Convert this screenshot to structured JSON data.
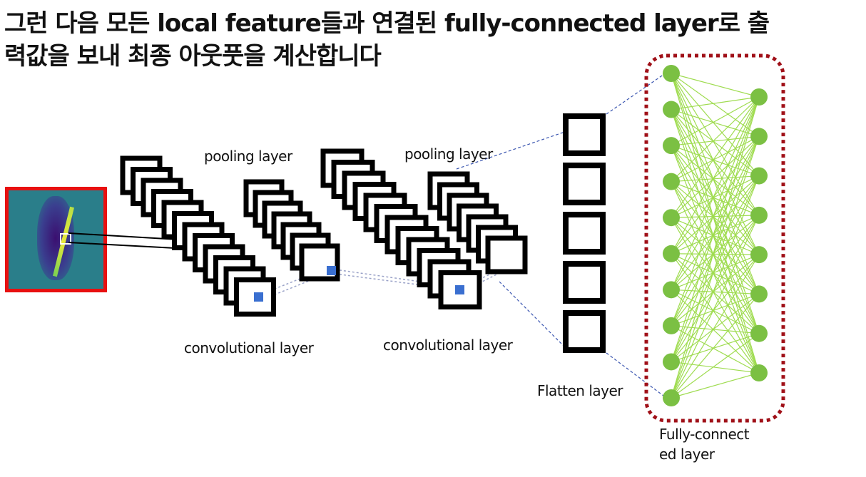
{
  "title": {
    "line1": "그런 다음 모든 local feature들과 연결된 fully-connected layer로 출",
    "line2": "력값을 보내 최종 아웃풋을 계산합니다"
  },
  "labels": {
    "pooling1": "pooling layer",
    "pooling2": "pooling layer",
    "conv1": "convolutional layer",
    "conv2": "convolutional layer",
    "flatten": "Flatten layer",
    "fc_line1": "Fully-connect",
    "fc_line2": "ed layer"
  },
  "network": {
    "fc_input_nodes": 10,
    "fc_output_nodes": 8,
    "flatten_boxes": 5
  },
  "colors": {
    "input_border": "#e81010",
    "fc_dotted_border": "#a01018",
    "node": "#7bc043",
    "edge": "#9fdc50",
    "kernel": "#3a6fd0",
    "guide_line": "#3a55b0"
  }
}
